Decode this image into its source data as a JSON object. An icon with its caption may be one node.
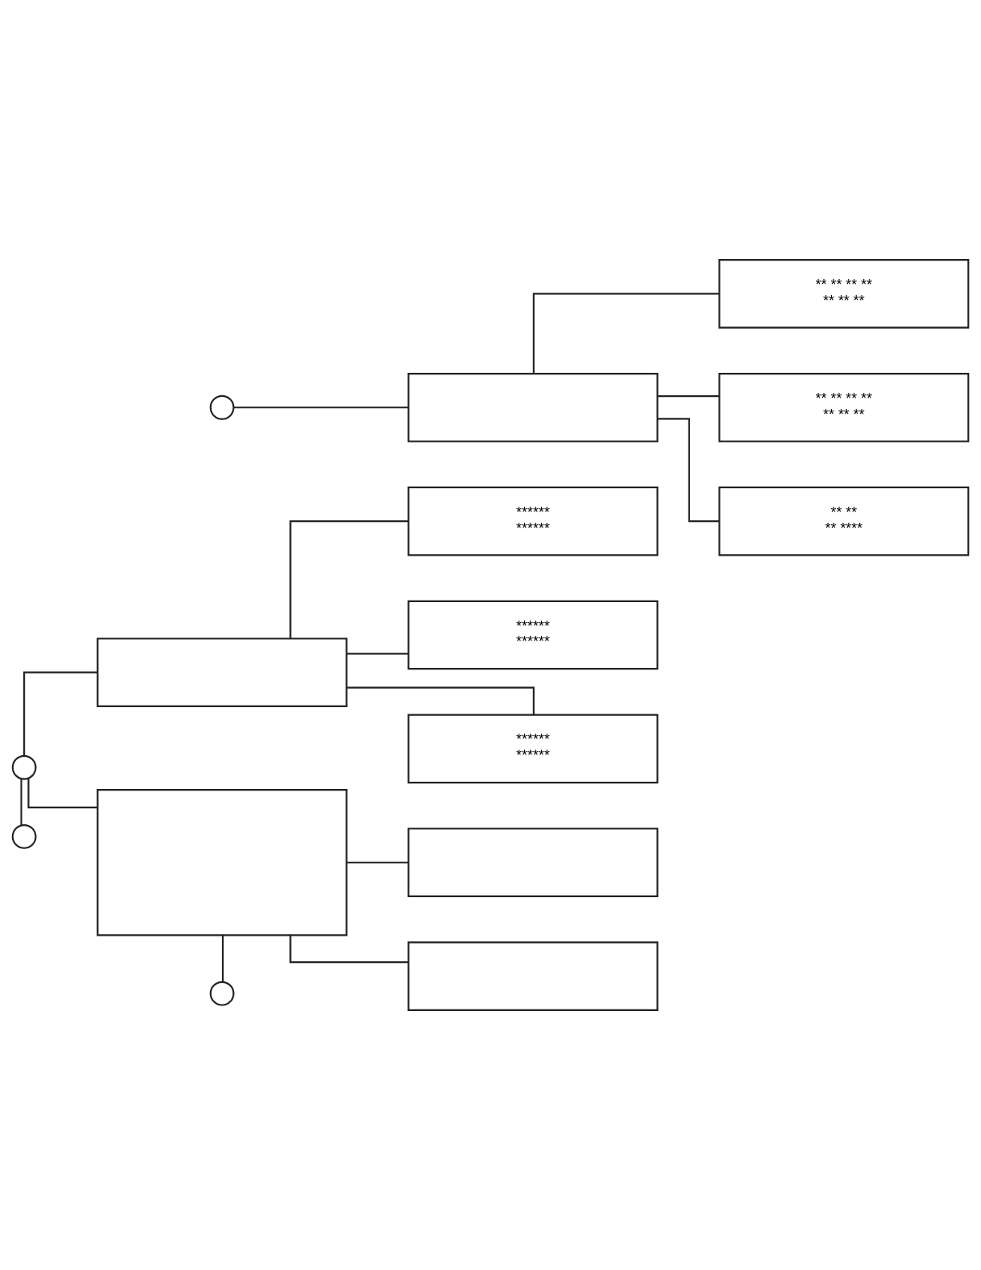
{
  "diagram": {
    "nodes": [
      {
        "text": [],
        "shape": "circle"
      },
      {
        "text": [],
        "shape": "circle"
      },
      {
        "text": [],
        "shape": "box"
      },
      {
        "text": [
          "** ** ** **",
          "** ** **"
        ]
      },
      {
        "text": [
          "** ** ** **",
          "** ** **"
        ]
      },
      {
        "text": [
          "** **",
          "** ****"
        ]
      },
      {
        "text": [],
        "shape": "box"
      },
      {
        "text": [
          "******",
          "******"
        ]
      },
      {
        "text": [
          "******",
          "******"
        ]
      },
      {
        "text": [
          "******",
          "******"
        ]
      },
      {
        "text": [],
        "shape": "box"
      },
      {
        "text": [],
        "shape": "box"
      },
      {
        "text": [],
        "shape": "box"
      },
      {
        "text": [],
        "shape": "circle"
      },
      {
        "text": [],
        "shape": "circle"
      }
    ],
    "edges": [
      {
        "from": 0,
        "to": 6,
        "arrow": "none"
      },
      {
        "from": 0,
        "to": 10,
        "arrow": "none"
      },
      {
        "from": 0,
        "to": 13,
        "arrow": "none"
      },
      {
        "from": 1,
        "to": 2,
        "arrow": "none"
      },
      {
        "from": 2,
        "to": 3,
        "arrow": "none"
      },
      {
        "from": 2,
        "to": 4,
        "arrow": "none"
      },
      {
        "from": 2,
        "to": 5,
        "arrow": "none"
      },
      {
        "from": 6,
        "to": 7,
        "arrow": "none"
      },
      {
        "from": 6,
        "to": 8,
        "arrow": "none"
      },
      {
        "from": 6,
        "to": 9,
        "arrow": "none"
      },
      {
        "from": 10,
        "to": 11,
        "arrow": "none"
      },
      {
        "from": 10,
        "to": 12,
        "arrow": "none"
      },
      {
        "from": 10,
        "to": 14,
        "arrow": "none"
      }
    ]
  }
}
